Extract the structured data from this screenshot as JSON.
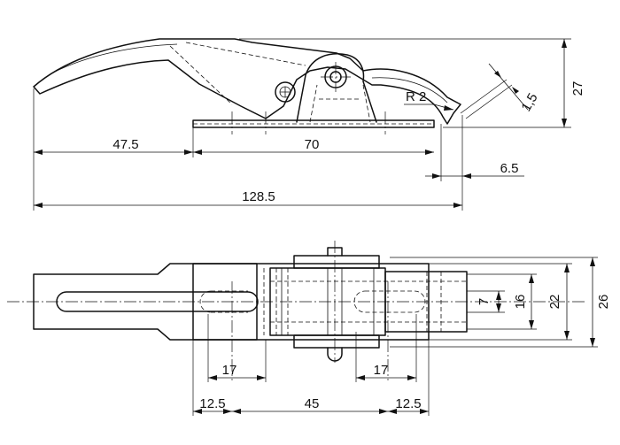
{
  "diagram": {
    "side_view": {
      "dimensions": {
        "height_27": "27",
        "radius_r2": "R 2",
        "tip_1_5": "1,5",
        "base_47_5": "47.5",
        "base_70": "70",
        "offset_6_5": "6.5",
        "total_128_5": "128.5"
      }
    },
    "top_view": {
      "dimensions": {
        "slot_7": "7",
        "width_16": "16",
        "width_22": "22",
        "width_26": "26",
        "slot_left_17": "17",
        "slot_right_17": "17",
        "edge_left_12_5": "12.5",
        "span_45": "45",
        "edge_right_12_5": "12.5"
      }
    },
    "colors": {
      "line": "#111111",
      "background": "#ffffff"
    }
  }
}
